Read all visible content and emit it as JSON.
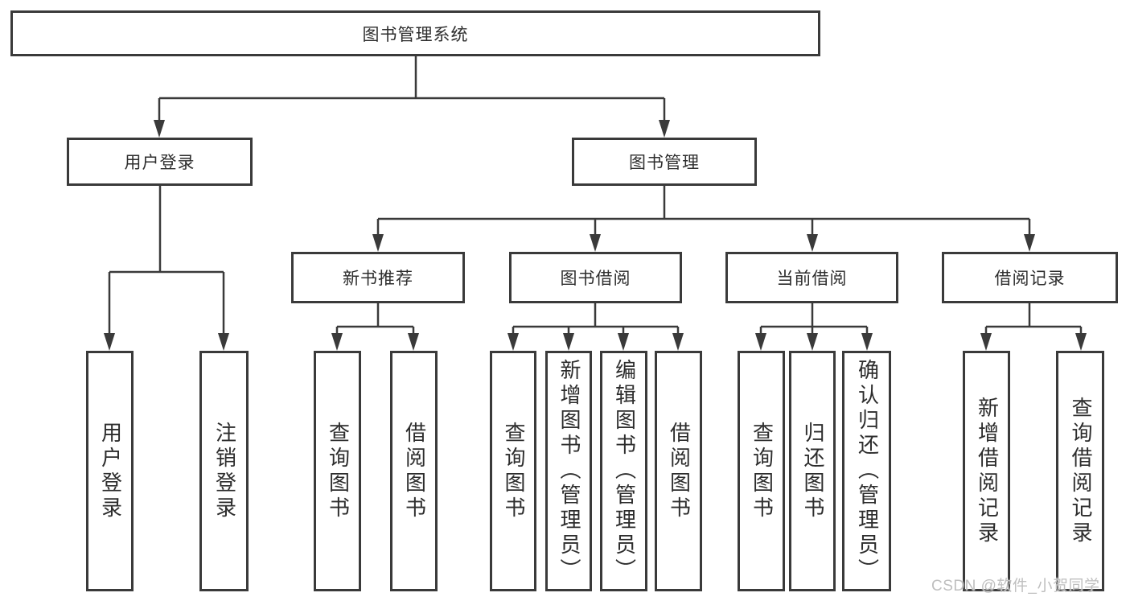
{
  "diagram": {
    "nodes": {
      "root": "图书管理系统",
      "level2": [
        "用户登录",
        "图书管理"
      ],
      "level3": [
        "新书推荐",
        "图书借阅",
        "当前借阅",
        "借阅记录"
      ],
      "leaves": [
        "用户登录",
        "注销登录",
        "查询图书",
        "借阅图书",
        "查询图书",
        "新增图书（管理员）",
        "编辑图书（管理员）",
        "借阅图书",
        "查询图书",
        "归还图书",
        "确认归还（管理员）",
        "新增借阅记录",
        "查询借阅记录"
      ]
    },
    "hierarchy": {
      "图书管理系统": {
        "用户登录": [
          "用户登录",
          "注销登录"
        ],
        "图书管理": {
          "新书推荐": [
            "查询图书",
            "借阅图书"
          ],
          "图书借阅": [
            "查询图书",
            "新增图书（管理员）",
            "编辑图书（管理员）",
            "借阅图书"
          ],
          "当前借阅": [
            "查询图书",
            "归还图书",
            "确认归还（管理员）"
          ],
          "借阅记录": [
            "新增借阅记录",
            "查询借阅记录"
          ]
        }
      }
    },
    "colors": {
      "line": "#3a3a3a",
      "box_border": "#3a3a3a",
      "text": "#2d2d2d",
      "background": "#ffffff",
      "watermark": "#bfbfbf"
    }
  },
  "watermark": {
    "text": "CSDN @软件_小贺同学"
  }
}
